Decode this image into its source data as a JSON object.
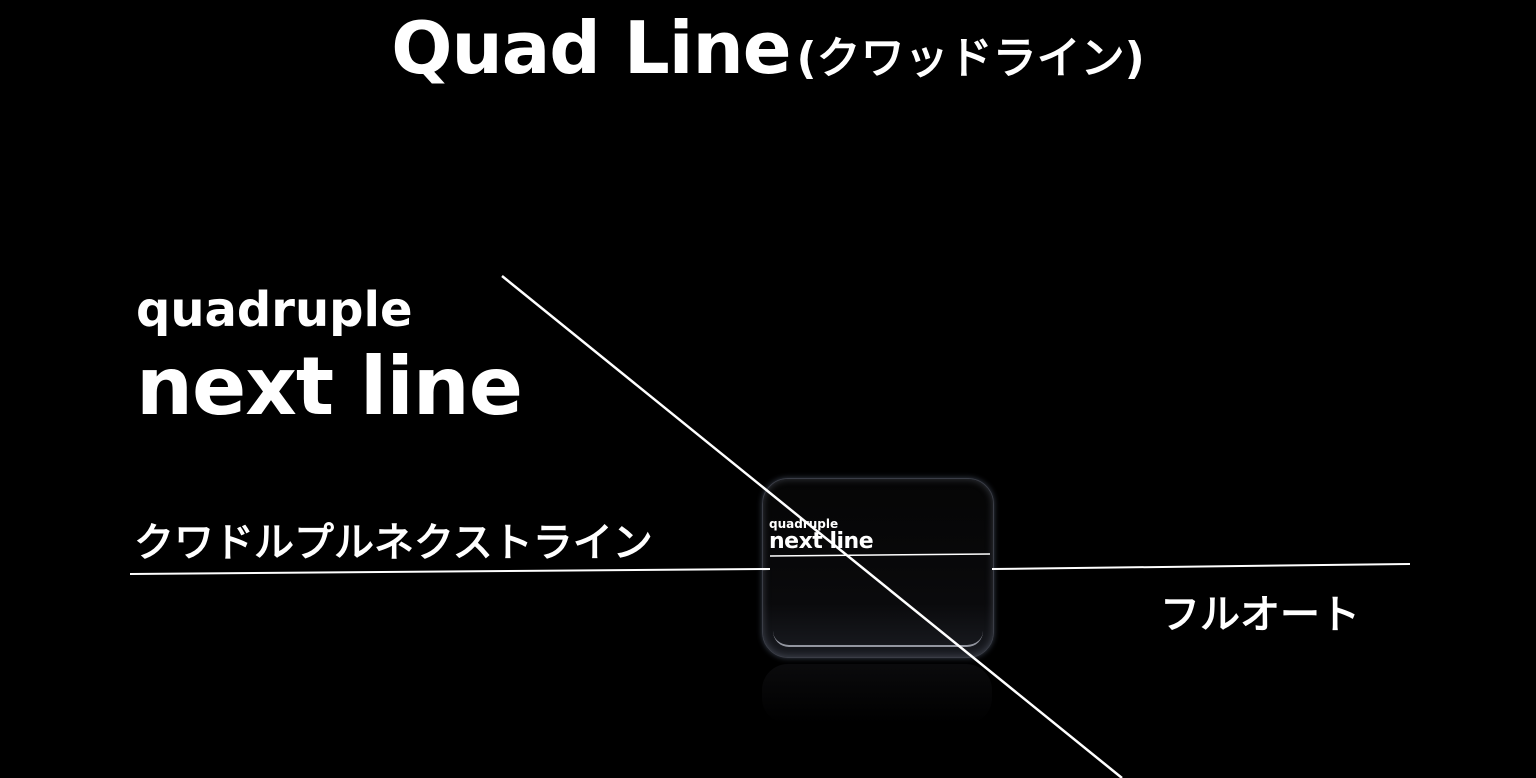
{
  "title": {
    "main": "Quad Line",
    "sub": "(クワッドライン)"
  },
  "left_label": {
    "small": "quadruple",
    "big": "next line",
    "kana": "クワドルプルネクストライン"
  },
  "right_label": {
    "kana": "フルオート"
  },
  "device": {
    "small": "quadruple",
    "big": "next line"
  },
  "colors": {
    "background": "#000000",
    "text": "#ffffff",
    "line": "#ffffff"
  }
}
